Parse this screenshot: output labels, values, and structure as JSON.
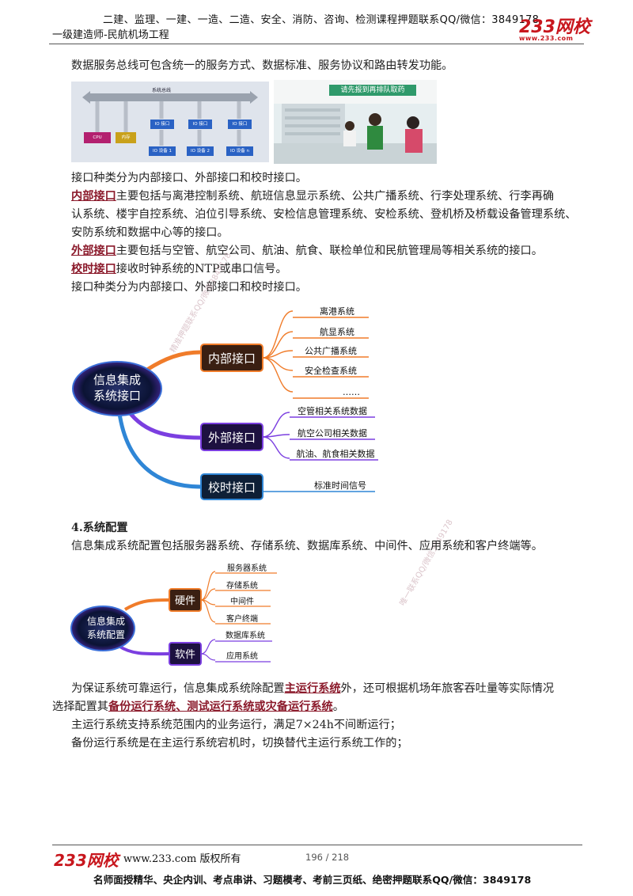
{
  "header": {
    "top_line": "二建、监理、一建、一造、二造、安全、消防、咨询、检测课程押题联系QQ/微信：3849178",
    "subtitle": "一级建造师-民航机场工程",
    "logo_text": "233网校",
    "logo_sub": "www.233.com"
  },
  "body": {
    "para1": "数据服务总线可包含统一的服务方式、数据标准、服务协议和路由转发功能。",
    "figure_bus": {
      "title": "系统总线",
      "cpu": "CPU",
      "mem": "内存",
      "io_ports": [
        "IO 接口",
        "IO 接口",
        "IO 接口"
      ],
      "io_devices": [
        "IO 设备 1",
        "IO 设备 2",
        "IO 设备 n"
      ]
    },
    "photo_sign": "请先报到再排队取药",
    "para2": "接口种类分为内部接口、外部接口和校时接口。",
    "p_internal_term": "内部接口",
    "p_internal_line1": "主要包括与离港控制系统、航班信息显示系统、公共广播系统、行李处理系统、行李再确",
    "p_internal_line2": "认系统、楼宇自控系统、泊位引导系统、安检信息管理系统、安检系统、登机桥及桥载设备管理系统、",
    "p_internal_line3": "安防系统和数据中心等的接口。",
    "p_external_term": "外部接口",
    "p_external_text": "主要包括与空管、航空公司、航油、航食、联检单位和民航管理局等相关系统的接口。",
    "p_timing_term": "校时接口",
    "p_timing_text": "接收时钟系统的NTP或串口信号。",
    "para_repeat": "接口种类分为内部接口、外部接口和校时接口。",
    "mindmap1": {
      "center_line1": "信息集成",
      "center_line2": "系统接口",
      "branches": [
        {
          "label": "内部接口",
          "leaves": [
            "离港系统",
            "航显系统",
            "公共广播系统",
            "安全检查系统",
            "……"
          ]
        },
        {
          "label": "外部接口",
          "leaves": [
            "空管相关系统数据",
            "航空公司相关数据",
            "航油、航食相关数据"
          ]
        },
        {
          "label": "校时接口",
          "leaves": [
            "标准时间信号"
          ]
        }
      ]
    },
    "section4_title": "4.系统配置",
    "section4_text": "信息集成系统配置包括服务器系统、存储系统、数据库系统、中间件、应用系统和客户终端等。",
    "mindmap2": {
      "center_line1": "信息集成",
      "center_line2": "系统配置",
      "branches": [
        {
          "label": "硬件",
          "leaves": [
            "服务器系统",
            "存储系统",
            "中间件",
            "客户终端"
          ]
        },
        {
          "label": "软件",
          "leaves": [
            "数据库系统",
            "应用系统"
          ]
        }
      ]
    },
    "para_reliab_a": "为保证系统可靠运行，信息集成系统除配置",
    "para_reliab_term1": "主运行系统",
    "para_reliab_b": "外，还可根据机场年旅客吞吐量等实际情况",
    "para_reliab_c": "选择配置其",
    "para_reliab_term2": "备份运行系统、测试运行系统或灾备运行系统",
    "para_reliab_d": "。",
    "para_main": "主运行系统支持系统范围内的业务运行，满足7×24h不间断运行；",
    "para_backup": "备份运行系统是在主运行系统宕机时，切换替代主运行系统工作的；"
  },
  "watermarks": [
    "精准押题联系QQ/微信3849178",
    "唯一联系QQ/微信3849178"
  ],
  "footer": {
    "logo_text": "233网校",
    "url": "www.233.com 版权所有",
    "page": "196 / 218",
    "bottom": "名师面授精华、央企内训、考点串讲、习题模考、考前三页纸、绝密押题联系QQ/微信：3849178"
  },
  "colors": {
    "term": "#8b1a2b",
    "logo": "#c8161d",
    "branch_orange": "#f07c2a",
    "branch_purple": "#7b3fe0",
    "branch_blue": "#2f86d6"
  }
}
